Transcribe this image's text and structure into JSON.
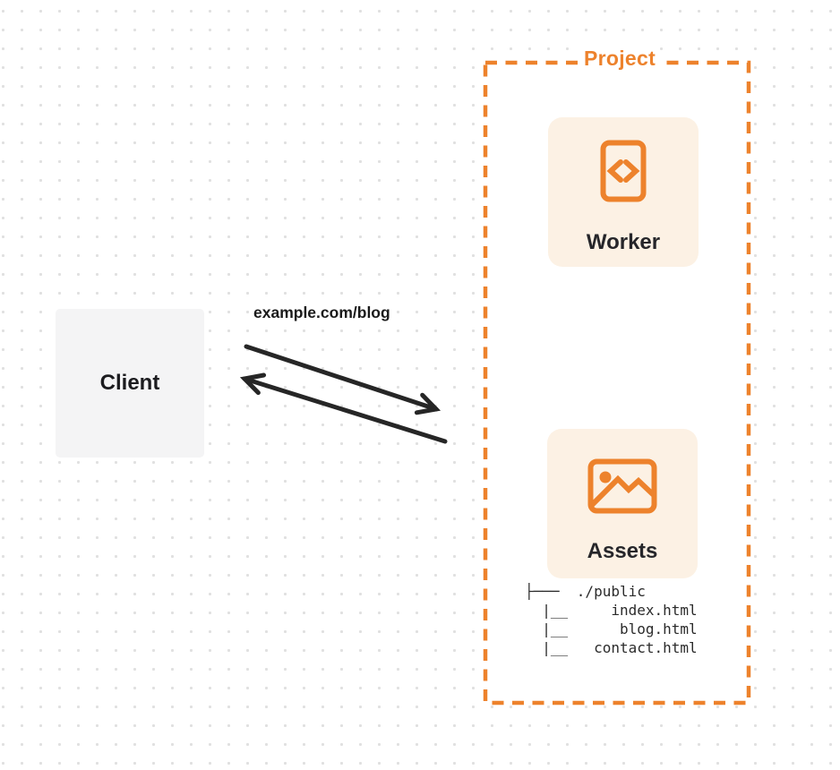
{
  "colors": {
    "accent_orange": "#ED822C",
    "card_cream": "#FCF1E4",
    "client_gray": "#F4F4F5",
    "text_dark": "#26262A",
    "arrow_dark": "#262626",
    "dot_gray": "#E0E0E0"
  },
  "client": {
    "label": "Client"
  },
  "request": {
    "url_label": "example.com/blog"
  },
  "project": {
    "label": "Project",
    "worker": {
      "label": "Worker",
      "icon": "code-icon"
    },
    "assets": {
      "label": "Assets",
      "icon": "image-icon",
      "file_tree": [
        "├───  ./public",
        "  |__     index.html",
        "  |__      blog.html",
        "  |__   contact.html"
      ]
    }
  }
}
